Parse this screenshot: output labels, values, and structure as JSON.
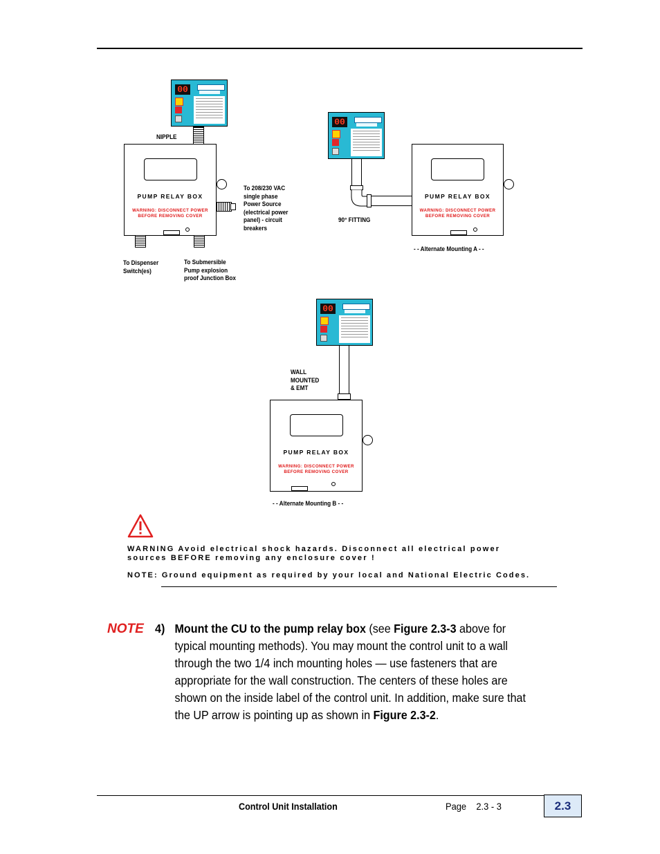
{
  "diagram": {
    "nipple_label": "NIPPLE",
    "power_label": "To 208/230 VAC\nsingle phase\nPower Source\n(electrical power\npanel) - circuit\nbreakers",
    "dispenser_label": "To Dispenser\nSwitch(es)",
    "submersible_label": "To Submersible\nPump explosion\nproof Junction Box",
    "fitting_label": "90° FITTING",
    "alt_a_label": "- - Alternate Mounting A - -",
    "wall_label": "WALL\nMOUNTED\n & EMT",
    "alt_b_label": "- - Alternate Mounting B - -",
    "relay_box_title": "PUMP RELAY BOX",
    "relay_box_warning": "WARNING:  DISCONNECT POWER\nBEFORE REMOVING COVER",
    "cu_display": "00"
  },
  "warning": {
    "line1": "WARNING  Avoid electrical shock hazards.  Disconnect all electrical power",
    "line2": "sources BEFORE removing any enclosure cover !",
    "note": "NOTE:  Ground equipment as required by your local and National Electric Codes."
  },
  "step": {
    "note_label": "NOTE",
    "number": "4)",
    "bold_intro": "Mount the CU to the pump relay box",
    "see": " (see ",
    "fig_ref1": "Figure 2.3-3",
    "rest": " above for typical mounting methods). You may mount the control unit to a wall through the two 1/4 inch mounting holes — use fasteners that are appropriate for the wall construction. The centers of these holes are shown on the inside label of the control unit.  In addition, make sure that the UP arrow is pointing up as shown in ",
    "fig_ref2": "Figure 2.3-2",
    "end": "."
  },
  "footer": {
    "title": "Control Unit Installation",
    "page": "Page    2.3 - 3",
    "section": "2.3"
  },
  "colors": {
    "cu_body": "#29b9d4",
    "warning_red": "#e01818",
    "note_red": "#e02020",
    "section_box": "#ddeaf8"
  }
}
